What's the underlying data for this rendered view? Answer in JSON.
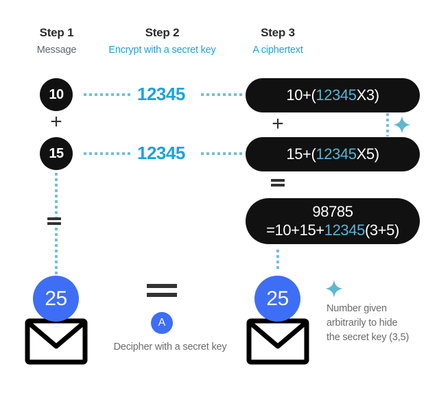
{
  "steps": [
    {
      "title": "Step 1",
      "subtitle": "Message",
      "subtitle_color": "#5f6368"
    },
    {
      "title": "Step 2",
      "subtitle": "Encrypt with a secret key",
      "subtitle_color": "#1ba3dd"
    },
    {
      "title": "Step 3",
      "subtitle": "A ciphertext",
      "subtitle_color": "#1ba3dd"
    }
  ],
  "messages": {
    "first": "10",
    "second": "15",
    "operator": "+"
  },
  "secret_keys": {
    "first": "12345",
    "second": "12345"
  },
  "ciphertexts": {
    "first": {
      "prefix": "10+(",
      "key": "12345",
      "suffix": "X3)"
    },
    "operator": "+",
    "second": {
      "prefix": "15+(",
      "key": "12345",
      "suffix": "X5)"
    },
    "equals": "=",
    "result": {
      "line1": "98785",
      "line2_prefix": "=10+15+",
      "line2_key": "12345",
      "line2_suffix": "(3+5)"
    }
  },
  "results": {
    "plain": "25",
    "decrypted": "25",
    "badge": "A",
    "decipher_caption": "Decipher with a secret key"
  },
  "legend": {
    "line1": "Number given",
    "line2": "arbitrarily to hide",
    "line3": "the secret key (3,5)"
  },
  "colors": {
    "black": "#111111",
    "blue": "#3d6ef5",
    "cyan": "#1ba3dd",
    "teal": "#6fc0d8",
    "gray_text": "#6b6b6b",
    "dark_text": "#2b2b2b"
  },
  "icons": {
    "sparkle": "four-point-star",
    "envelope": "mail-envelope"
  }
}
